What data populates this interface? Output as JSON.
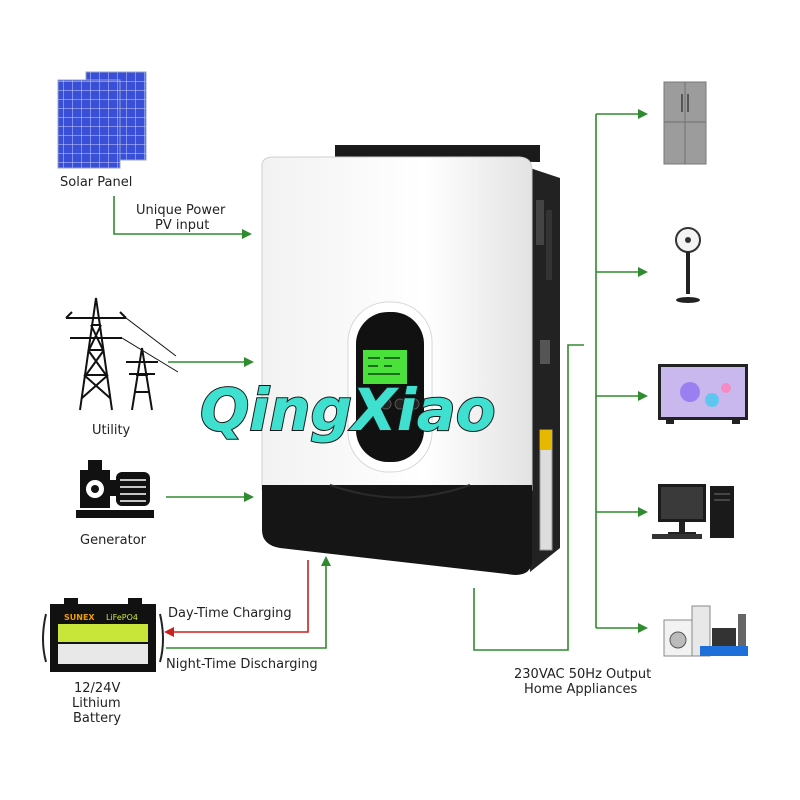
{
  "sources": {
    "solar": {
      "label": "Solar Panel",
      "input_line1": "Unique Power",
      "input_line2": "PV input"
    },
    "utility": {
      "label": "Utility"
    },
    "generator": {
      "label": "Generator"
    }
  },
  "battery": {
    "label_line1": "12/24V",
    "label_line2": "Lithium",
    "label_line3": "Battery",
    "brand": "SUNEX",
    "chem": "LiFePO4",
    "charge_label": "Day-Time Charging",
    "discharge_label": "Night-Time Discharging"
  },
  "output": {
    "line1": "230VAC 50Hz Output",
    "line2": "Home Appliances"
  },
  "watermark": "QingXiao",
  "colors": {
    "flow_green": "#2e8b2e",
    "charge_red": "#cc1f1f",
    "panel_blue": "#3a4fd8",
    "watermark": "#3fe0d0"
  }
}
